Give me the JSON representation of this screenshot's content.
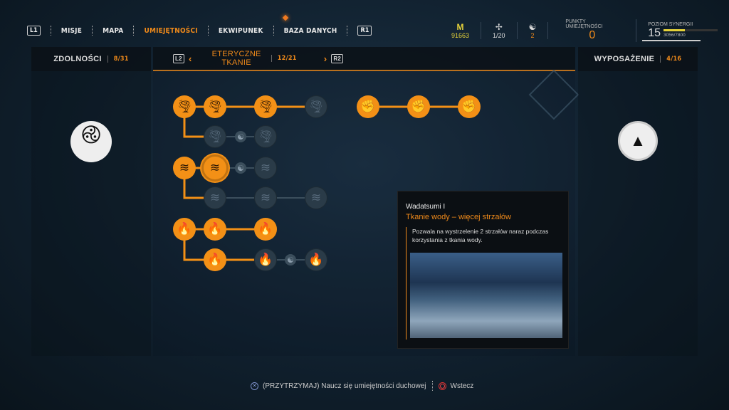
{
  "nav": {
    "left_btn": "L1",
    "right_btn": "R1",
    "tabs": [
      "MISJE",
      "MAPA",
      "UMIEJĘTNOŚCI",
      "EKWIPUNEK",
      "BAZA DANYCH"
    ],
    "active": 2
  },
  "stats": {
    "money_icon": "M",
    "money": "91663",
    "spirit_icon": "✢",
    "spirits": "1/20",
    "magatama_icon": "☯",
    "magatama": "2",
    "skill_points_label": "PUNKTY UMIEJĘTNOŚCI",
    "skill_points": "0",
    "synergy_label": "POZIOM SYNERGII",
    "synergy_level": "15",
    "synergy_xp": "3056/7800",
    "synergy_progress": 0.39
  },
  "left": {
    "title": "ZDOLNOŚCI",
    "count": "8/31"
  },
  "center": {
    "l2": "L2",
    "r2": "R2",
    "title_line1": "ETERYCZNE",
    "title_line2": "TKANIE",
    "count": "12/21"
  },
  "right": {
    "title": "WYPOSAŻENIE",
    "count": "4/16"
  },
  "nodes": [
    {
      "icon": "🌪",
      "state": "on"
    },
    {
      "icon": "🌪",
      "state": "on"
    },
    {
      "icon": "🌪",
      "state": "on"
    },
    {
      "icon": "🌪",
      "state": "off"
    },
    {
      "icon": "✊",
      "state": "on"
    },
    {
      "icon": "✊",
      "state": "on"
    },
    {
      "icon": "✊",
      "state": "on"
    },
    {
      "icon": "🌪",
      "state": "off"
    },
    {
      "icon": "🌪",
      "state": "off"
    },
    {
      "icon": "≋",
      "state": "on"
    },
    {
      "icon": "≋",
      "state": "sel"
    },
    {
      "icon": "≋",
      "state": "off"
    },
    {
      "icon": "≋",
      "state": "off"
    },
    {
      "icon": "≋",
      "state": "off"
    },
    {
      "icon": "≋",
      "state": "off"
    },
    {
      "icon": "🔥",
      "state": "on"
    },
    {
      "icon": "🔥",
      "state": "on"
    },
    {
      "icon": "🔥",
      "state": "on"
    },
    {
      "icon": "🔥",
      "state": "on"
    },
    {
      "icon": "🔥",
      "state": "off"
    },
    {
      "icon": "🔥",
      "state": "off"
    }
  ],
  "tooltip": {
    "subtitle": "Wadatsumi I",
    "title": "Tkanie wody – więcej strzałów",
    "description": "Pozwala na wystrzelenie 2 strzałów naraz podczas korzystania z tkania wody."
  },
  "footer": {
    "hold": "(PRZYTRZYMAJ) Naucz się umiejętności duchowej",
    "back": "Wstecz"
  },
  "colors": {
    "accent": "#f39016",
    "locked": "#2a3b48"
  }
}
